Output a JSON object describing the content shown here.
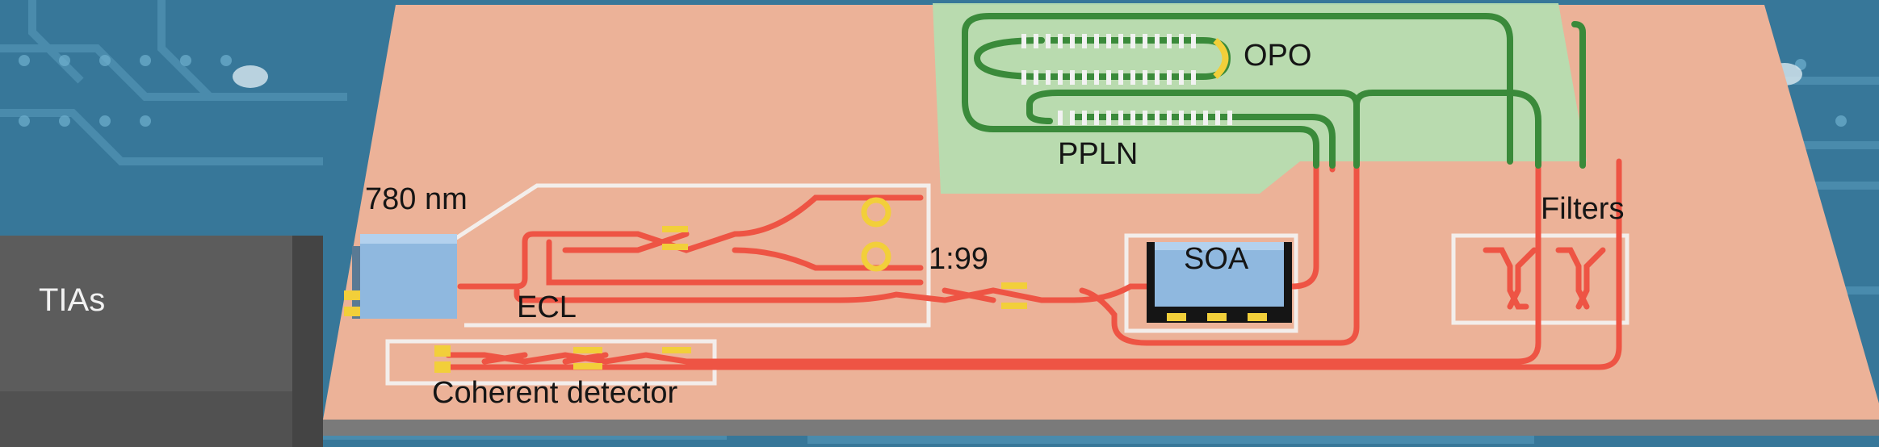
{
  "labels": {
    "tias": "TIAs",
    "source": "780 nm",
    "ecl": "ECL",
    "split_ratio": "1:99",
    "soa": "SOA",
    "opo": "OPO",
    "ppln": "PPLN",
    "filters": "Filters",
    "detector": "Coherent detector"
  },
  "colors": {
    "background_board": "#3d7d9e",
    "chip": "#e9ac92",
    "green_region": "#b6ddb0",
    "waveguide_red": "#ee5444",
    "waveguide_green": "#3a8a3a",
    "electrode_yellow": "#f2cf3a",
    "component_blue": "#8fb8df",
    "tia_gray": "#5c5c5c"
  }
}
